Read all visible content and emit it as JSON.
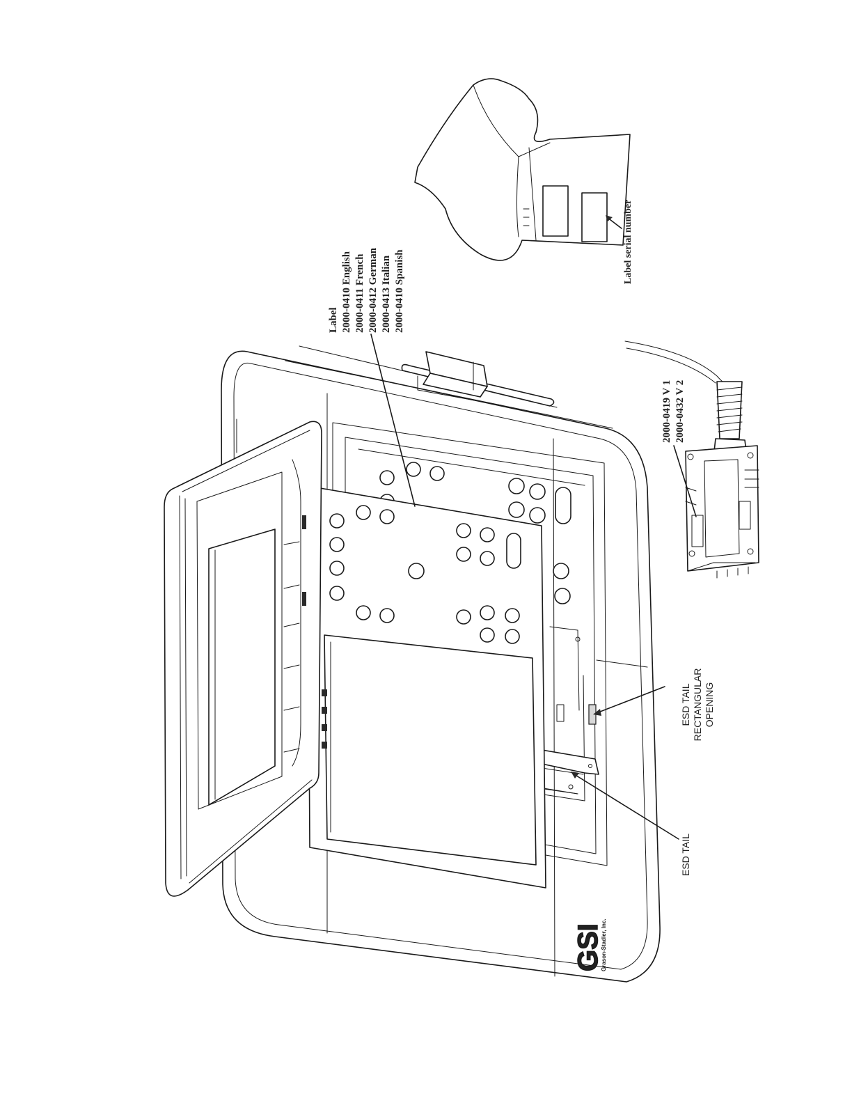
{
  "labels": {
    "label_callout": {
      "title": "Label",
      "lines": [
        "2000-0410  English",
        "2000-0411  French",
        "2000-0412  German",
        "2000-0413  Italian",
        "2000-0410  Spanish"
      ]
    },
    "serial_label": "Label serial number",
    "module_parts": [
      "2000-0419  V 1",
      "2000-0432  V 2"
    ],
    "esd_opening": [
      "ESD TAIL",
      "RECTANGULAR",
      "OPENING"
    ],
    "esd_tail": "ESD TAIL",
    "logo": {
      "brand": "GSI",
      "company": "Grason-Stadler, Inc."
    }
  }
}
